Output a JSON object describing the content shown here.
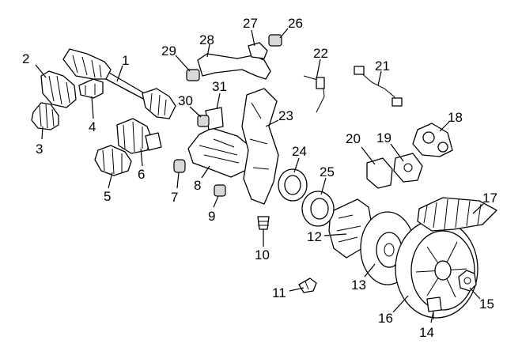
{
  "diagram": {
    "background": "#ffffff",
    "line_color": "#000000",
    "callouts": [
      {
        "id": "c1",
        "label": "1"
      },
      {
        "id": "c2",
        "label": "2"
      },
      {
        "id": "c3",
        "label": "3"
      },
      {
        "id": "c4",
        "label": "4"
      },
      {
        "id": "c5",
        "label": "5"
      },
      {
        "id": "c6",
        "label": "6"
      },
      {
        "id": "c7",
        "label": "7"
      },
      {
        "id": "c8",
        "label": "8"
      },
      {
        "id": "c9",
        "label": "9"
      },
      {
        "id": "c10",
        "label": "10"
      },
      {
        "id": "c11",
        "label": "11"
      },
      {
        "id": "c12",
        "label": "12"
      },
      {
        "id": "c13",
        "label": "13"
      },
      {
        "id": "c14",
        "label": "14"
      },
      {
        "id": "c15",
        "label": "15"
      },
      {
        "id": "c16",
        "label": "16"
      },
      {
        "id": "c17",
        "label": "17"
      },
      {
        "id": "c18",
        "label": "18"
      },
      {
        "id": "c19",
        "label": "19"
      },
      {
        "id": "c20",
        "label": "20"
      },
      {
        "id": "c21",
        "label": "21"
      },
      {
        "id": "c22",
        "label": "22"
      },
      {
        "id": "c23",
        "label": "23"
      },
      {
        "id": "c24",
        "label": "24"
      },
      {
        "id": "c25",
        "label": "25"
      },
      {
        "id": "c26",
        "label": "26"
      },
      {
        "id": "c27",
        "label": "27"
      },
      {
        "id": "c28",
        "label": "28"
      },
      {
        "id": "c29",
        "label": "29"
      },
      {
        "id": "c30",
        "label": "30"
      },
      {
        "id": "c31",
        "label": "31"
      }
    ]
  }
}
